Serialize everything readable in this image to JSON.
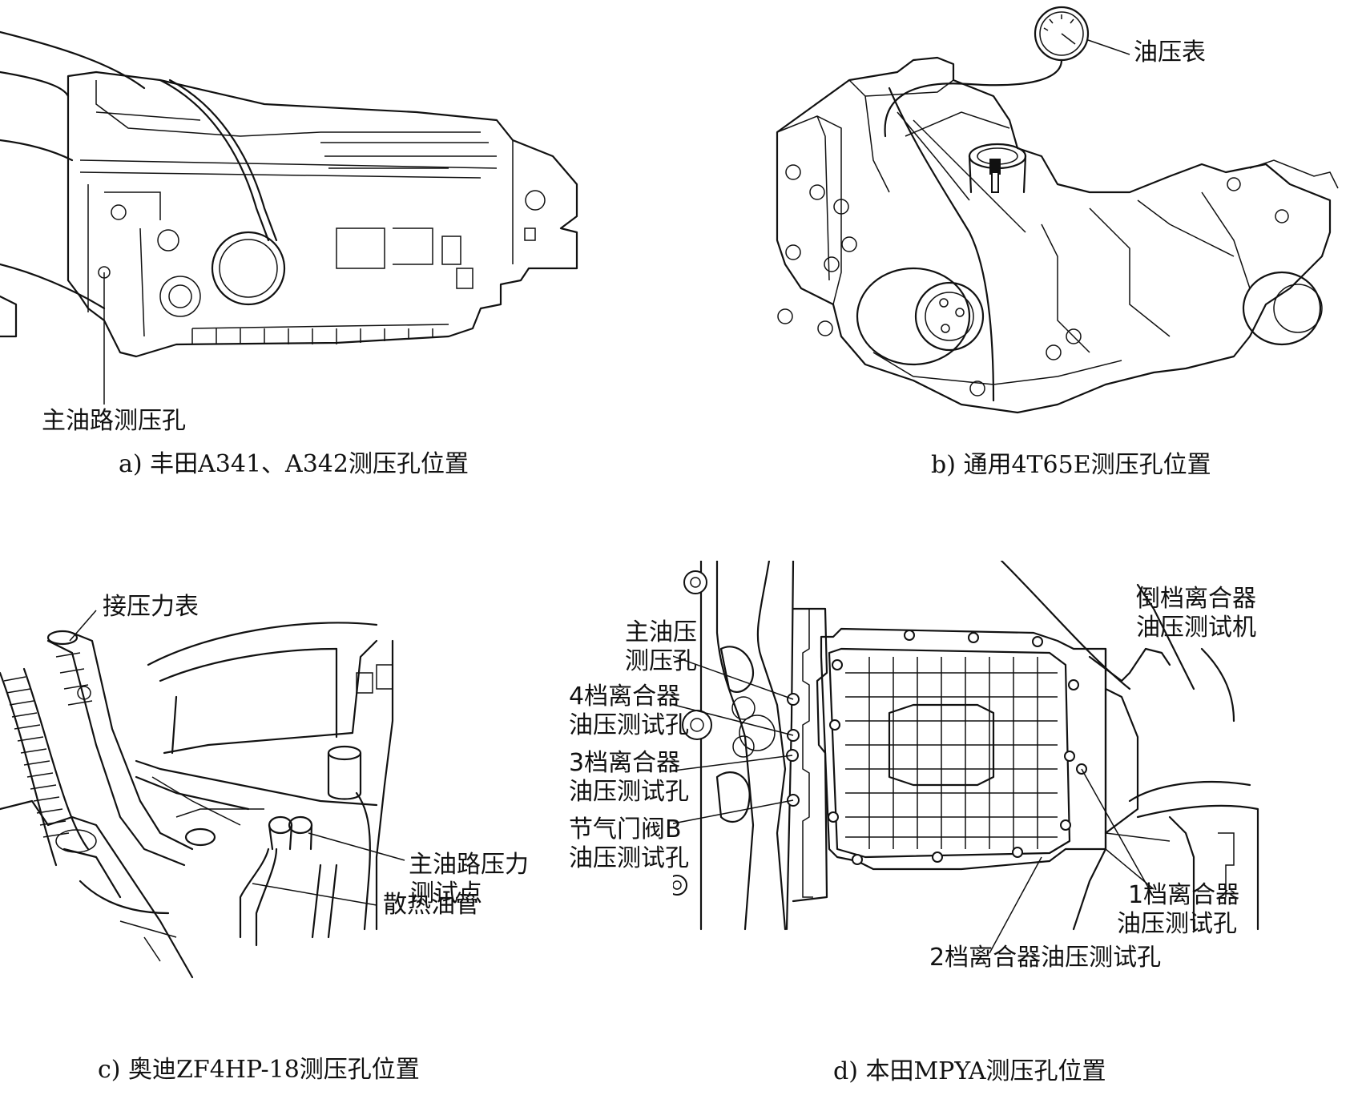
{
  "panels": {
    "a": {
      "caption": "a) 丰田A341、A342测压孔位置",
      "labels": {
        "main_line_port": "主油路测压孔"
      }
    },
    "b": {
      "caption": "b) 通用4T65E测压孔位置",
      "labels": {
        "gauge": "油压表"
      }
    },
    "c": {
      "caption": "c) 奥迪ZF4HP-18测压孔位置",
      "labels": {
        "connect_gauge": "接压力表",
        "main_line_test_point_1": "主油路压力",
        "main_line_test_point_2": "测试点",
        "cooler_line": "散热油管"
      }
    },
    "d": {
      "caption": "d) 本田MPYA测压孔位置",
      "labels": {
        "reverse_1": "倒档离合器",
        "reverse_2": "油压测试机",
        "main_1": "主油压",
        "main_2": "测压孔",
        "fourth_1": "4档离合器",
        "fourth_2": "油压测试孔",
        "third_1": "3档离合器",
        "third_2": "油压测试孔",
        "throttle_1": "节气门阀B",
        "throttle_2": "油压测试孔",
        "first_1": "1档离合器",
        "first_2": "油压测试孔",
        "second": "2档离合器油压测试孔"
      }
    }
  }
}
